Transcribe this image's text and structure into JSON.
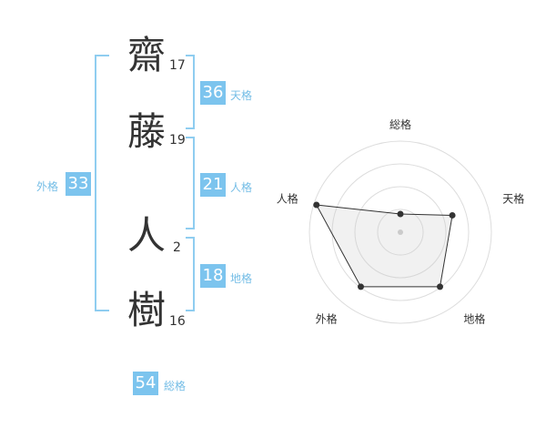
{
  "name": {
    "chars": [
      {
        "char": "齋",
        "strokes": "17"
      },
      {
        "char": "藤",
        "strokes": "19"
      },
      {
        "char": "人",
        "strokes": "2"
      },
      {
        "char": "樹",
        "strokes": "16"
      }
    ]
  },
  "kaku": {
    "ten": {
      "value": "36",
      "label": "天格"
    },
    "jin": {
      "value": "21",
      "label": "人格"
    },
    "chi": {
      "value": "18",
      "label": "地格"
    },
    "gai": {
      "value": "33",
      "label": "外格"
    },
    "so": {
      "value": "54",
      "label": "総格"
    }
  },
  "colors": {
    "accent": "#7cc4ee",
    "bracket": "#8fcdf0",
    "text": "#333333"
  },
  "chart_data": {
    "type": "radar",
    "categories": [
      "総格",
      "天格",
      "地格",
      "外格",
      "人格"
    ],
    "values": [
      0.2,
      0.6,
      0.74,
      0.74,
      0.97
    ],
    "rlim": [
      0,
      1
    ],
    "grid": true
  }
}
